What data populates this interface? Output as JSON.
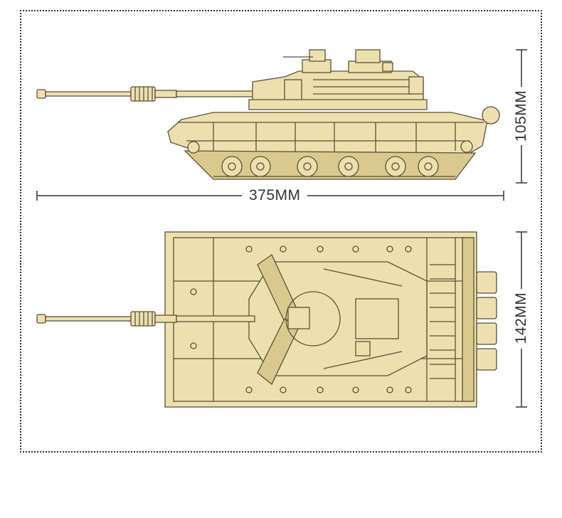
{
  "dimensions": {
    "length": "375MM",
    "height": "105MM",
    "width": "142MM"
  },
  "colors": {
    "brick": "#ede0ae",
    "brick_shade": "#d9c98e",
    "outline": "#5a5238",
    "dim_line": "#333333",
    "frame": "#333333"
  }
}
